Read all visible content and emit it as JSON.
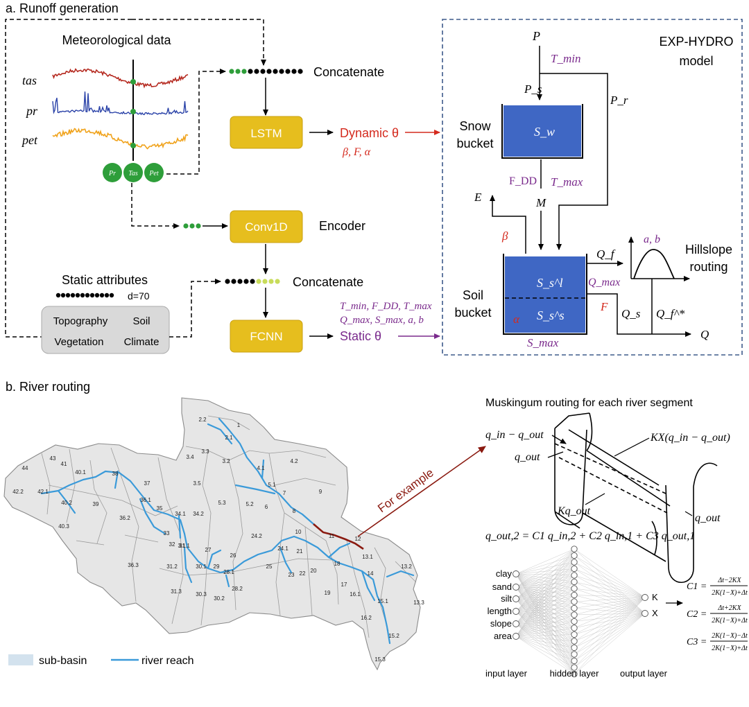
{
  "panel_a": {
    "title": "a. Runoff generation",
    "met_title": "Meteorological data",
    "series_labels": [
      "tas",
      "pr",
      "pet"
    ],
    "circle_labels": [
      "Pr",
      "Tas",
      "Pet"
    ],
    "concat1": "Concatenate",
    "concat2": "Concatenate",
    "lstm": "LSTM",
    "conv1d": "Conv1D",
    "encoder": "Encoder",
    "fcnn": "FCNN",
    "dynamic_label": "Dynamic θ",
    "dynamic_params": "β, F, α",
    "static_label": "Static θ",
    "static_params_line1": "T_min, F_DD, T_max",
    "static_params_line2": "Q_max, S_max, a, b",
    "static_title": "Static attributes",
    "static_dim": "d=70",
    "attributes": [
      "Topography",
      "Soil",
      "Vegetation",
      "Climate"
    ]
  },
  "exp_hydro": {
    "title_line1": "EXP-HYDRO",
    "title_line2": "model",
    "snow_bucket": [
      "Snow",
      "bucket"
    ],
    "soil_bucket": [
      "Soil",
      "bucket"
    ],
    "hillslope": [
      "Hillslope",
      "routing"
    ],
    "P": "P",
    "Ps": "P_s",
    "Pr": "P_r",
    "Tmin": "T_min",
    "Tmax": "T_max",
    "FDD": "F_DD",
    "M": "M",
    "E": "E",
    "beta": "β",
    "alpha": "α",
    "Sw": "S_w",
    "Ssl": "S_s^l",
    "Sss": "S_s^s",
    "Qf": "Q_f",
    "Qmax": "Q_max",
    "F": "F",
    "Qs": "Q_s",
    "Qfstar": "Q_f^*",
    "Q": "Q",
    "Smax": "S_max",
    "ab": "a, b"
  },
  "panel_b": {
    "title": "b. River routing",
    "for_example": "For example",
    "legend": [
      "sub-basin",
      "river reach"
    ],
    "muskingum_title": "Muskingum routing for each river segment",
    "q_in_out": "q_in − q_out",
    "q_out": "q_out",
    "kx": "KX(q_in − q_out)",
    "kqout": "Kq_out",
    "q_out_right": "q_out",
    "equation": "q_out,2 = C1 q_in,2 + C2 q_in,1 + C3 q_out,1",
    "inputs": [
      "clay",
      "sand",
      "silt",
      "length",
      "slope",
      "area"
    ],
    "outputs": [
      "K",
      "X"
    ],
    "layers": [
      "input layer",
      "hidden layer",
      "output layer"
    ],
    "C1": {
      "lhs": "C1 =",
      "num": "Δt−2KX",
      "den": "2K(1−X)+Δt"
    },
    "C2": {
      "lhs": "C2 =",
      "num": "Δt+2KX",
      "den": "2K(1−X)+Δt"
    },
    "C3": {
      "lhs": "C3 =",
      "num": "2K(1−X)−Δt",
      "den": "2K(1−X)+Δt"
    },
    "basin_ids": [
      "1",
      "2.1",
      "2.2",
      "3.1",
      "3.2",
      "3.3",
      "3.4",
      "3.5",
      "4.1",
      "4.2",
      "5.1",
      "5.2",
      "5.3",
      "6",
      "7",
      "8",
      "9",
      "10",
      "11",
      "12",
      "13.1",
      "13.2",
      "13.3",
      "14",
      "15.1",
      "15.2",
      "15.3",
      "16.1",
      "16.2",
      "17",
      "18",
      "19",
      "20",
      "21",
      "22",
      "23",
      "24.1",
      "24.2",
      "25",
      "26",
      "27",
      "28.1",
      "28.2",
      "29",
      "30.1",
      "30.2",
      "30.3",
      "31.1",
      "31.2",
      "31.3",
      "32",
      "33",
      "34.1",
      "34.2",
      "35",
      "36.1",
      "36.2",
      "36.3",
      "37",
      "38",
      "39",
      "40.1",
      "40.2",
      "40.3",
      "41",
      "42.1",
      "42.2",
      "43",
      "44"
    ]
  },
  "colors": {
    "yellow_box": "#e6be1e",
    "blue_bucket": "#3f67c4",
    "red": "#d42a1e",
    "purple": "#7a2a8c",
    "green": "#2e9e3a",
    "dashed_border": "#3d5a8a",
    "river": "#3a9ad9",
    "tas": "#b52a20",
    "pr": "#2a42a8",
    "pet": "#f0a21a"
  }
}
